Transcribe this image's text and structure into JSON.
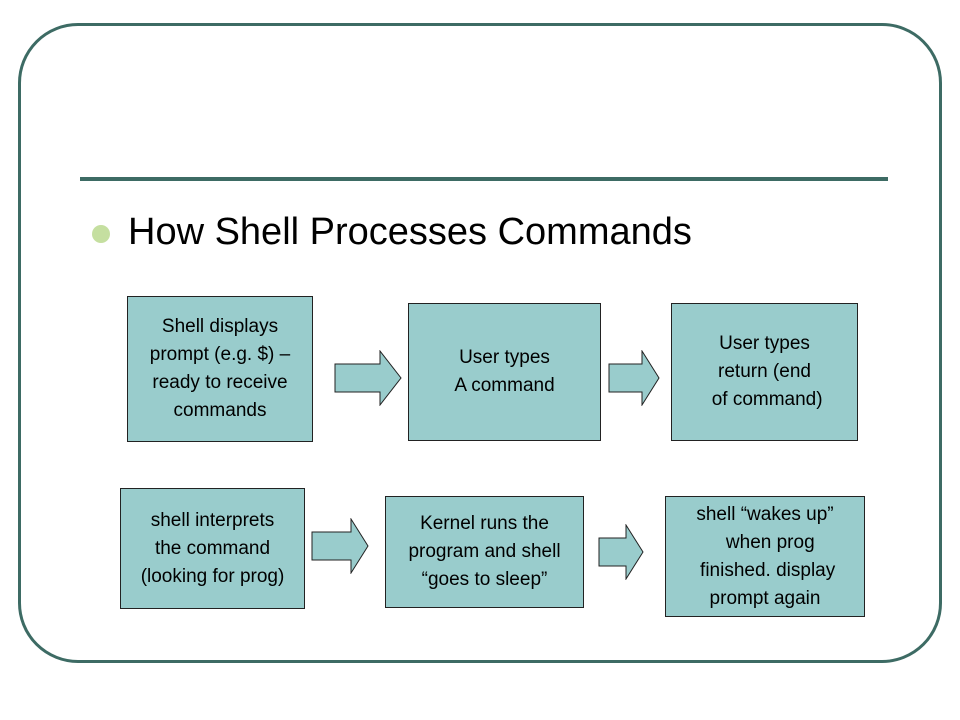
{
  "slide": {
    "title": "How Shell Processes Commands"
  },
  "diagram": {
    "nodes": [
      {
        "id": "n1",
        "label": "Shell displays\nprompt (e.g. $) –\nready to receive\ncommands"
      },
      {
        "id": "n2",
        "label": "User types\nA command"
      },
      {
        "id": "n3",
        "label": "User types\nreturn (end\n of command)"
      },
      {
        "id": "n4",
        "label": "shell interprets\nthe command\n(looking for prog)"
      },
      {
        "id": "n5",
        "label": "Kernel runs the\nprogram and shell\n“goes to sleep”"
      },
      {
        "id": "n6",
        "label": "shell “wakes up”\n  when prog\n finished. display\nprompt again"
      }
    ],
    "edges": [
      {
        "from": "n1",
        "to": "n2"
      },
      {
        "from": "n2",
        "to": "n3"
      },
      {
        "from": "n4",
        "to": "n5"
      },
      {
        "from": "n5",
        "to": "n6"
      }
    ],
    "colors": {
      "box_fill": "#99cccc",
      "arrow_fill": "#99cccc",
      "frame": "#3d6b64",
      "bullet": "#c5dfa0"
    }
  }
}
